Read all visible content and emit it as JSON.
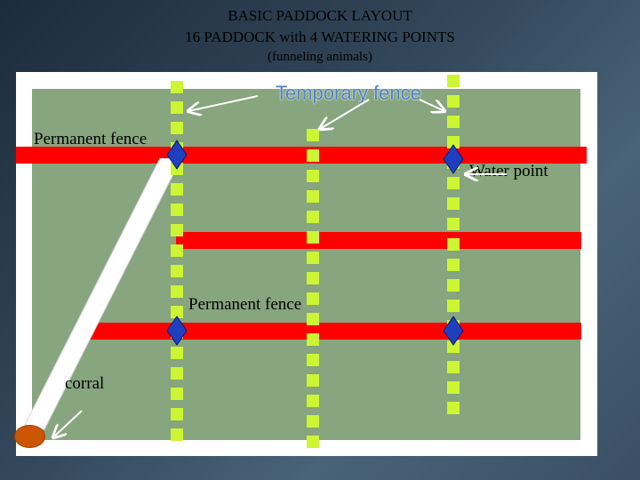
{
  "title": {
    "line1": "BASIC PADDOCK LAYOUT",
    "line2": "16 PADDOCK with 4 WATERING  POINTS",
    "line3": "(funneling animals)"
  },
  "labels": {
    "temporary_fence": "Temporary fence",
    "permanent_fence_top": "Permanent fence",
    "permanent_fence_middle": "Permanent fence",
    "water_point": "Water point",
    "corral": "corral"
  },
  "colors": {
    "paddock": "#87a57e",
    "permanent_fence": "#ff0000",
    "temporary_fence": "#ccf533",
    "water_point": "#1f3fbf",
    "corral": "#cc5500",
    "temporary_fence_label": "#4f81bd"
  },
  "counts": {
    "paddocks": 16,
    "watering_points": 4
  }
}
